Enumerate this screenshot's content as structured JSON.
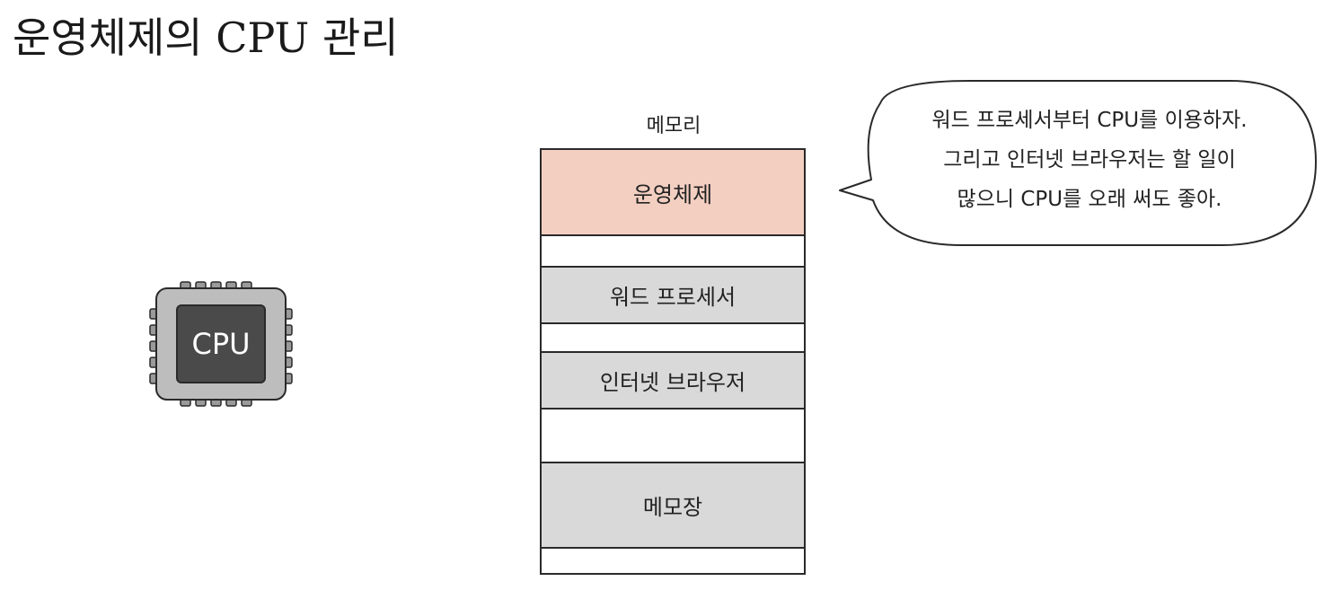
{
  "title": "운영체제의 CPU 관리",
  "memory": {
    "label": "메모리",
    "segments": {
      "os": "운영체제",
      "word": "워드 프로세서",
      "browser": "인터넷 브라우저",
      "notepad": "메모장"
    }
  },
  "cpu": {
    "label": "CPU"
  },
  "speech": {
    "lines": [
      "워드 프로세서부터 CPU를 이용하자.",
      "그리고 인터넷 브라우저는 할 일이",
      "많으니 CPU를 오래 써도 좋아."
    ]
  },
  "colors": {
    "os_block": "#f3cfc1",
    "process_block": "#d9d9d9",
    "cpu_outer": "#bdbdbd",
    "cpu_inner": "#4a4a4a"
  }
}
